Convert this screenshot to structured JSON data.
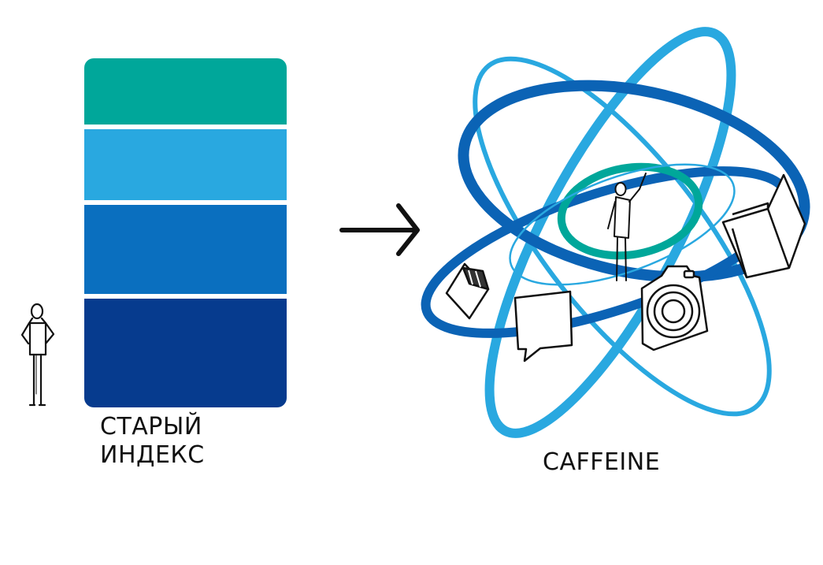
{
  "old_index": {
    "label_line1": "СТАРЫЙ",
    "label_line2": "ИНДЕКС",
    "layer_colors": [
      "#00A79A",
      "#29A8E0",
      "#0A6FBF",
      "#063B8E"
    ]
  },
  "new_index": {
    "label": "CAFFEINE",
    "orbit_colors": {
      "dark": "#0B63B5",
      "light": "#29A8E0",
      "teal": "#00A79A"
    }
  },
  "icons": [
    "person-icon",
    "arrow-icon",
    "atom-icon",
    "book-icon",
    "camera-icon",
    "speech-bubble-icon",
    "clapperboard-icon"
  ]
}
